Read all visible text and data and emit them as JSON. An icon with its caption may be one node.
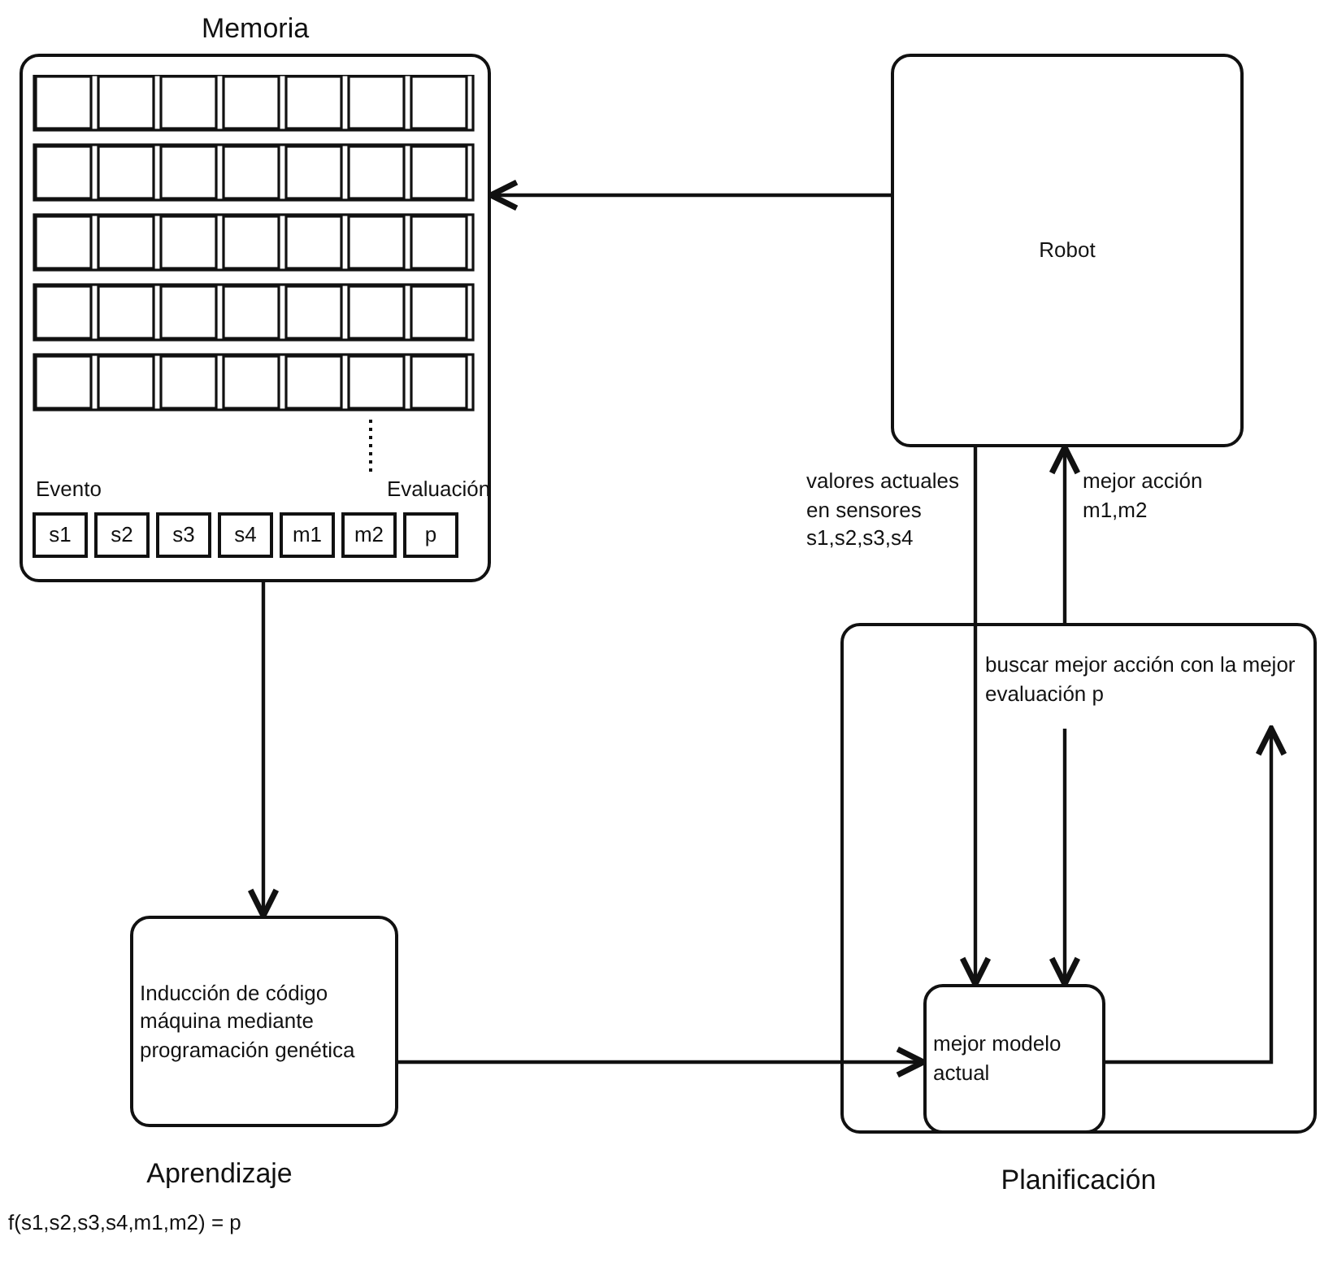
{
  "diagram": {
    "nodes": [
      {
        "text": [
          "Memoria"
        ]
      },
      {
        "text": [
          "Robot"
        ]
      },
      {
        "text": [
          "Inducción de código máquina mediante programación genética",
          "Aprendizaje"
        ]
      },
      {
        "text": [
          "Planificación"
        ]
      },
      {
        "text": [
          "buscar mejor acción con la mejor evaluación p"
        ],
        "in": 3
      },
      {
        "text": [
          "mejor modelo actual"
        ],
        "in": 3
      }
    ],
    "edges": [
      {
        "from": 1,
        "to": 0,
        "arrow": "to"
      },
      {
        "from": 0,
        "to": 2,
        "arrow": "to"
      },
      {
        "from": 2,
        "to": 5,
        "arrow": "to"
      },
      {
        "from": 1,
        "to": 5,
        "arrow": "to",
        "label": "valores actuales en sensores s1,s2,s3,s4"
      },
      {
        "from": 3,
        "to": 1,
        "arrow": "to",
        "label": "mejor acción m1,m2"
      },
      {
        "from": 4,
        "to": 5,
        "arrow": "to"
      },
      {
        "from": 5,
        "to": 4,
        "arrow": "to"
      }
    ],
    "labels": [
      "Evento",
      "Evaluación",
      "s1",
      "s2",
      "s3",
      "s4",
      "m1",
      "m2",
      "p",
      "f(s1,s2,s3,s4,m1,m2) = p"
    ]
  }
}
